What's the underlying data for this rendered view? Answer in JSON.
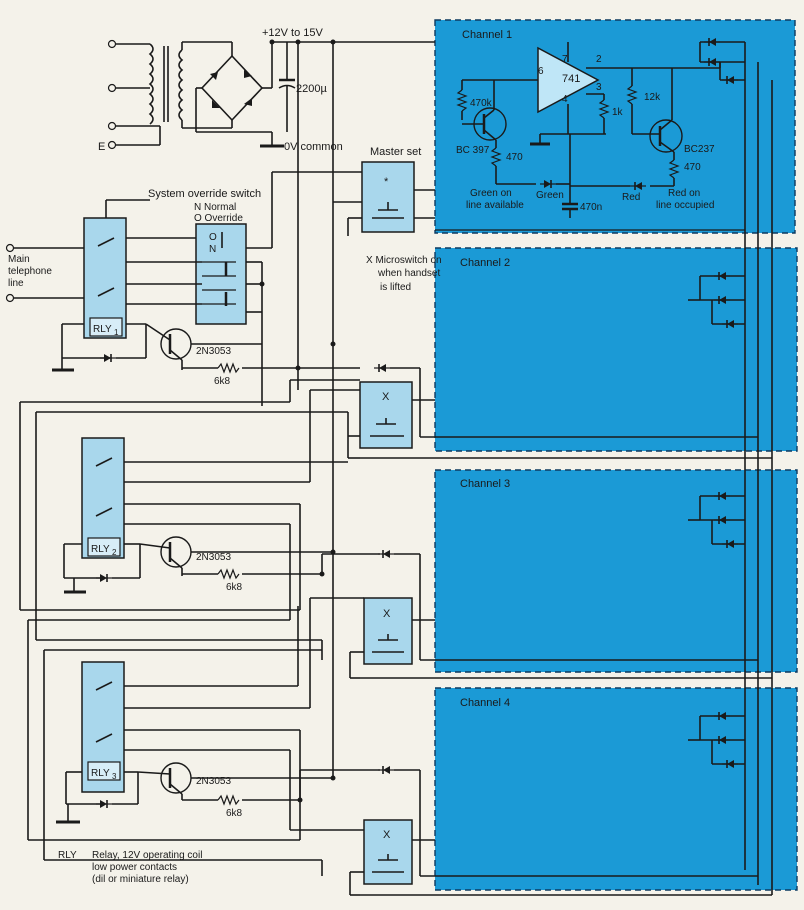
{
  "power": {
    "supply_label": "+12V  to  15V",
    "capacitor": "2200µ",
    "common": "0V common",
    "earth": "E"
  },
  "channels": [
    "Channel 1",
    "Channel 2",
    "Channel 3",
    "Channel 4"
  ],
  "channel1": {
    "opamp": "741",
    "pins": [
      "7",
      "2",
      "3",
      "6",
      "4"
    ],
    "r_470k": "470k",
    "q1": "BC 397",
    "r1_470": "470",
    "r_1k": "1k",
    "r_12k": "12k",
    "q2": "BC237",
    "r2_470": "470",
    "cap": "470n",
    "led_green": "Green",
    "led_red": "Red",
    "note_green": [
      "Green on",
      "line available"
    ],
    "note_red": [
      "Red on",
      "line occupied"
    ]
  },
  "master_set": {
    "label": "Master set",
    "mark": "*"
  },
  "override": {
    "title": "System override switch",
    "legend": [
      "N  Normal",
      "O  Override"
    ],
    "pos_o": "O",
    "pos_n": "N"
  },
  "line": {
    "label": [
      "Main",
      "telephone",
      "line"
    ]
  },
  "microswitch_note": [
    "X Microswitch on",
    "when handset",
    "is lifted"
  ],
  "relays": [
    {
      "name": "RLY",
      "sub": "1",
      "transistor": "2N3053",
      "resistor": "6k8"
    },
    {
      "name": "RLY",
      "sub": "2",
      "transistor": "2N3053",
      "resistor": "6k8"
    },
    {
      "name": "RLY",
      "sub": "3",
      "transistor": "2N3053",
      "resistor": "6k8"
    }
  ],
  "switch_mark": "X",
  "footnote": {
    "abbr": "RLY",
    "lines": [
      "Relay, 12V operating coil",
      "low power contacts",
      "(dil or miniature relay)"
    ]
  }
}
